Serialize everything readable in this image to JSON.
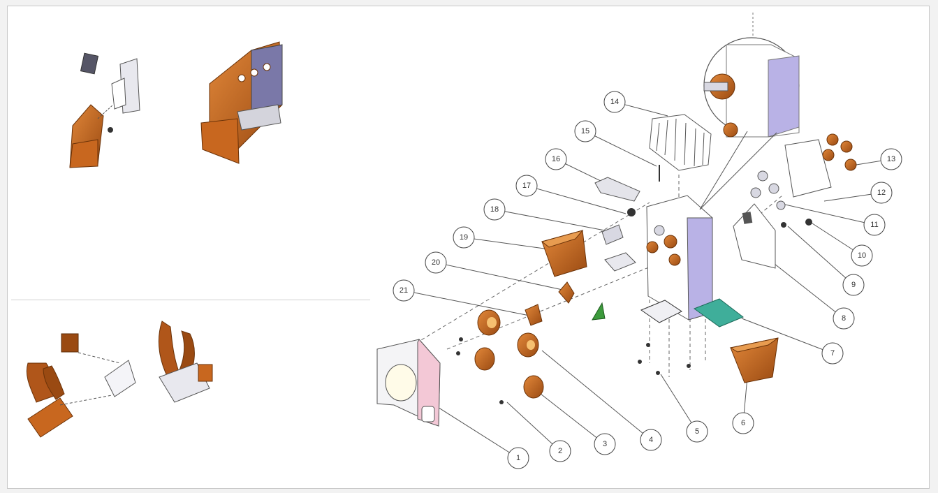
{
  "diagram": {
    "callouts": [
      "1",
      "2",
      "3",
      "4",
      "5",
      "6",
      "7",
      "8",
      "9",
      "10",
      "11",
      "12",
      "13",
      "14",
      "15",
      "16",
      "17",
      "18",
      "19",
      "20",
      "21"
    ]
  },
  "colors": {
    "copper": "#c8671f",
    "copper_dark": "#8a4210",
    "lavender": "#b9b2e6",
    "teal": "#3fae9a",
    "green": "#3c9a3c",
    "pink": "#f3c8d6",
    "line": "#555555"
  }
}
